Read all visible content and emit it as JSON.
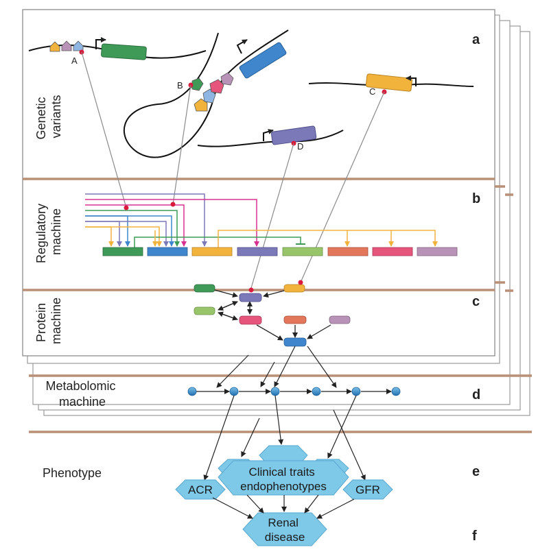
{
  "layers": {
    "genetic": {
      "label_line1": "Genetic",
      "label_line2": "variants",
      "letter": "a"
    },
    "regulatory": {
      "label_line1": "Regulatory",
      "label_line2": "machine",
      "letter": "b"
    },
    "protein": {
      "label_line1": "Protein",
      "label_line2": "machine",
      "letter": "c"
    },
    "metabolomic": {
      "label_line1": "Metabolomic",
      "label_line2": "machine",
      "letter": "d"
    },
    "phenotype": {
      "label": "Phenotype",
      "letter": "e"
    },
    "disease": {
      "letter": "f"
    }
  },
  "variants": [
    "A",
    "B",
    "C",
    "D"
  ],
  "phenotype_nodes": {
    "clinical_line1": "Clinical traits",
    "clinical_line2": "endophenotypes",
    "acr": "ACR",
    "gfr": "GFR",
    "disease_line1": "Renal",
    "disease_line2": "disease"
  },
  "colors": {
    "green": "#3f9a58",
    "blue": "#3f86cc",
    "orange": "#f2b33d",
    "purple": "#7b79b8",
    "lightgreen": "#98c46a",
    "salmon": "#e2775b",
    "pink": "#e5557c",
    "mauve": "#b993b7",
    "magenta": "#d8308e",
    "divider": "#b98f76",
    "node": "#2d86c6",
    "hex": "#7ec8e8",
    "variant_dot": "#d81b3c"
  }
}
